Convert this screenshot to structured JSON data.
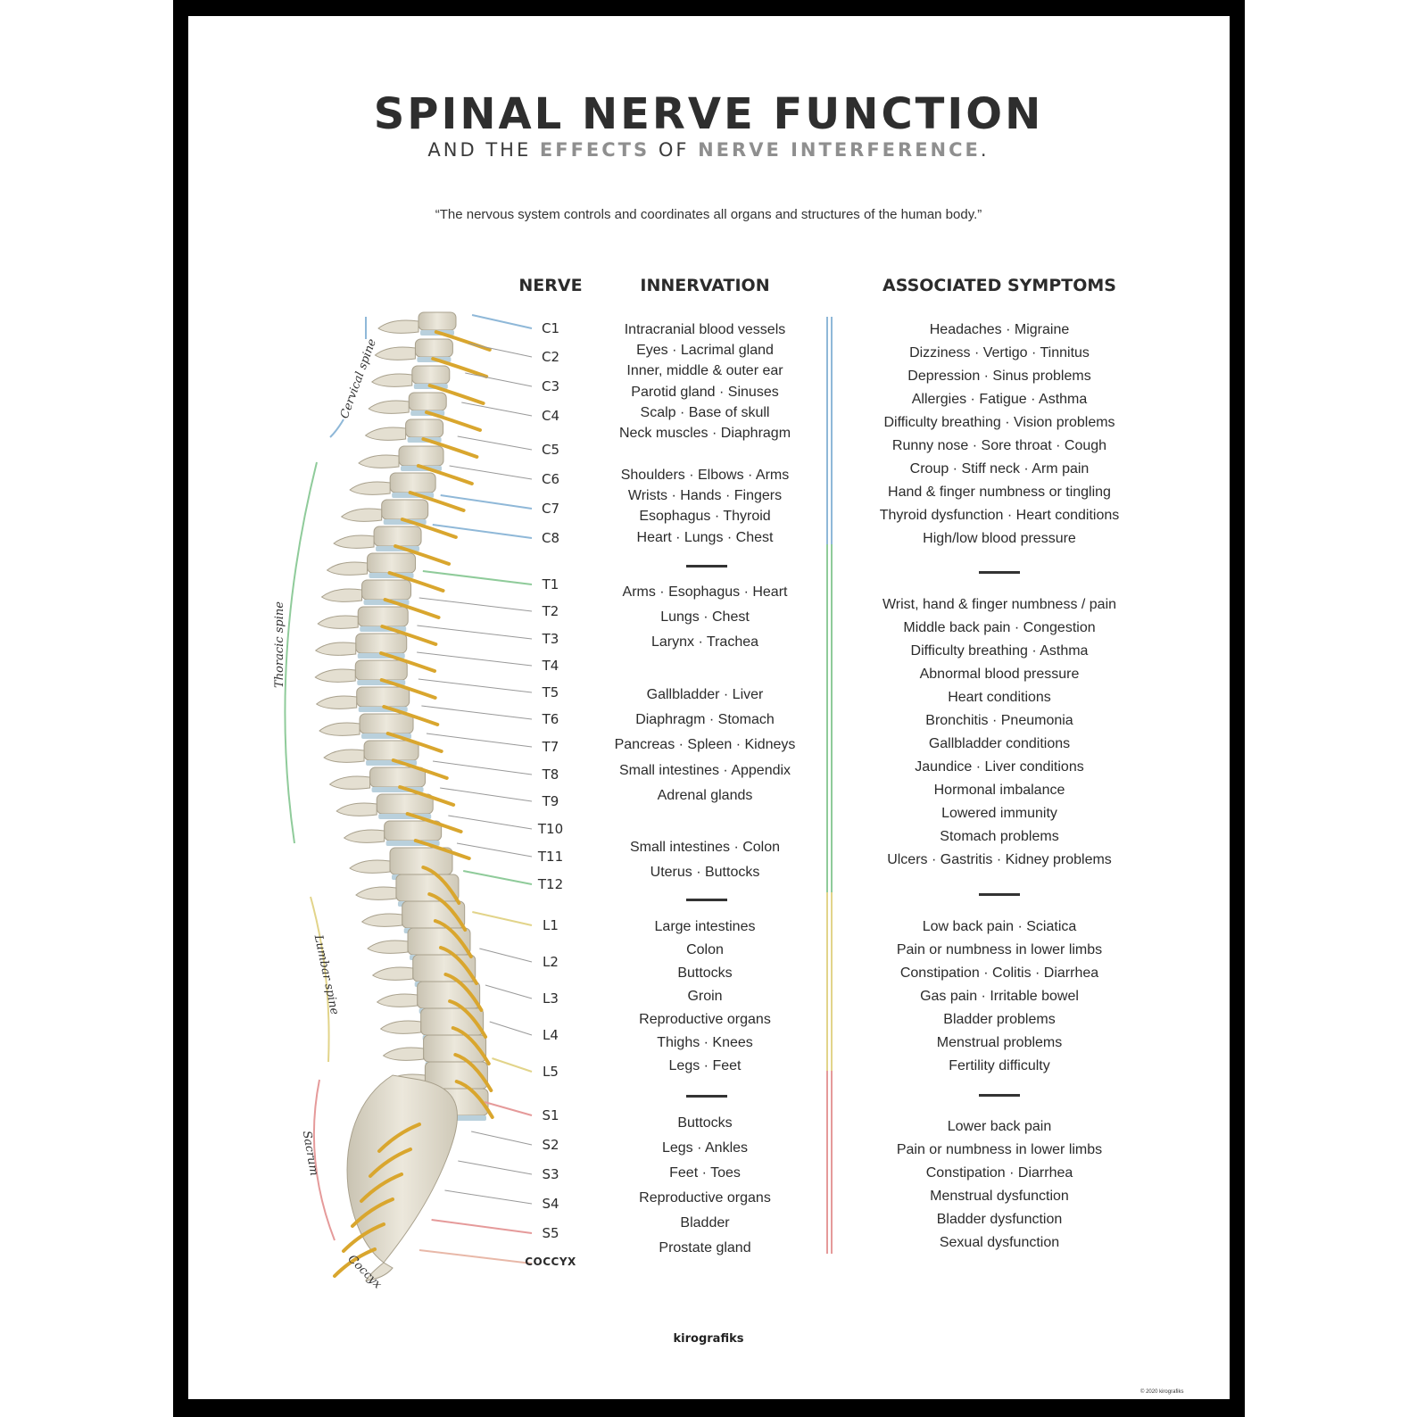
{
  "title": "SPINAL NERVE FUNCTION",
  "subtitle": {
    "part1": "AND THE ",
    "part2": "EFFECTS",
    "part3": " OF ",
    "part4": "NERVE INTERFERENCE",
    "part5": "."
  },
  "quote": "“The nervous system controls and coordinates all organs and structures of the human body.”",
  "headers": {
    "nerve": "NERVE",
    "innervation": "INNERVATION",
    "symptoms": "ASSOCIATED SYMPTOMS"
  },
  "regions": {
    "cervical": "Cervical spine",
    "thoracic": "Thoracic spine",
    "lumbar": "Lumbar spine",
    "sacrum": "Sacrum",
    "coccyx": "Coccyx"
  },
  "colors": {
    "cervical": "#8fb8d8",
    "thoracic": "#8fcb9a",
    "lumbar": "#e2d48a",
    "sacrum": "#e59a9a",
    "coccyx": "#e8b8a8"
  },
  "nerves": [
    "C1",
    "C2",
    "C3",
    "C4",
    "C5",
    "C6",
    "C7",
    "C8",
    "T1",
    "T2",
    "T3",
    "T4",
    "T5",
    "T6",
    "T7",
    "T8",
    "T9",
    "T10",
    "T11",
    "T12",
    "L1",
    "L2",
    "L3",
    "L4",
    "L5",
    "S1",
    "S2",
    "S3",
    "S4",
    "S5",
    "COCCYX"
  ],
  "innervation": [
    "Intracranial blood vessels",
    "Eyes · Lacrimal gland",
    "Inner, middle & outer ear",
    "Parotid gland · Sinuses",
    "Scalp · Base of skull",
    "Neck muscles · Diaphragm",
    "Shoulders · Elbows · Arms",
    "Wrists · Hands · Fingers",
    "Esophagus · Thyroid",
    "Heart · Lungs · Chest",
    "Arms · Esophagus · Heart",
    "Lungs · Chest",
    "Larynx · Trachea",
    "Gallbladder · Liver",
    "Diaphragm · Stomach",
    "Pancreas · Spleen · Kidneys",
    "Small intestines · Appendix",
    "Adrenal glands",
    "Small intestines · Colon",
    "Uterus · Buttocks",
    "Large intestines",
    "Colon",
    "Buttocks",
    "Groin",
    "Reproductive organs",
    "Thighs · Knees",
    "Legs · Feet",
    "Buttocks",
    "Legs · Ankles",
    "Feet · Toes",
    "Reproductive organs",
    "Bladder",
    "Prostate gland"
  ],
  "symptoms": [
    "Headaches · Migraine",
    "Dizziness · Vertigo · Tinnitus",
    "Depression · Sinus problems",
    "Allergies · Fatigue · Asthma",
    "Difficulty breathing · Vision problems",
    "Runny nose · Sore throat · Cough",
    "Croup · Stiff neck · Arm pain",
    "Hand & finger numbness or tingling",
    "Thyroid dysfunction · Heart conditions",
    "High/low blood pressure",
    "Wrist, hand & finger numbness / pain",
    "Middle back pain · Congestion",
    "Difficulty breathing · Asthma",
    "Abnormal blood pressure",
    "Heart conditions",
    "Bronchitis · Pneumonia",
    "Gallbladder conditions",
    "Jaundice · Liver conditions",
    "Hormonal imbalance",
    "Lowered immunity",
    "Stomach problems",
    "Ulcers · Gastritis · Kidney problems",
    "Low back pain · Sciatica",
    "Pain or numbness in lower limbs",
    "Constipation · Colitis · Diarrhea",
    "Gas pain · Irritable bowel",
    "Bladder problems",
    "Menstrual problems",
    "Fertility difficulty",
    "Lower back pain",
    "Pain or numbness in lower limbs",
    "Constipation · Diarrhea",
    "Menstrual dysfunction",
    "Bladder dysfunction",
    "Sexual dysfunction"
  ],
  "brand": "kirografiks",
  "copyright": "© 2020 kirografiks"
}
